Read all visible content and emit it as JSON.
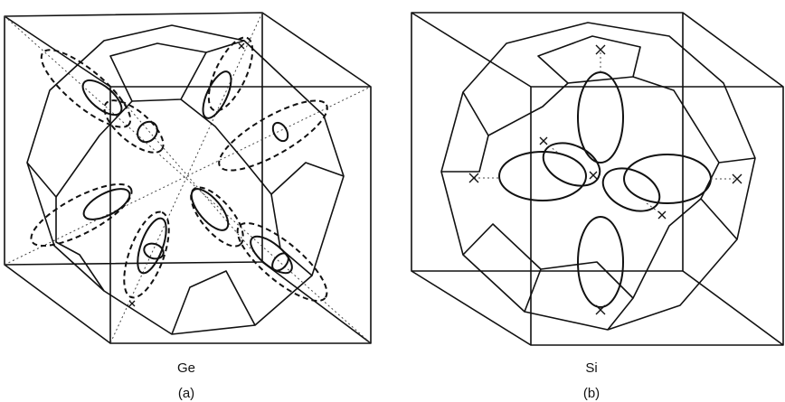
{
  "panels": [
    {
      "material": "Ge",
      "caption": "(a)"
    },
    {
      "material": "Si",
      "caption": "(b)"
    }
  ]
}
